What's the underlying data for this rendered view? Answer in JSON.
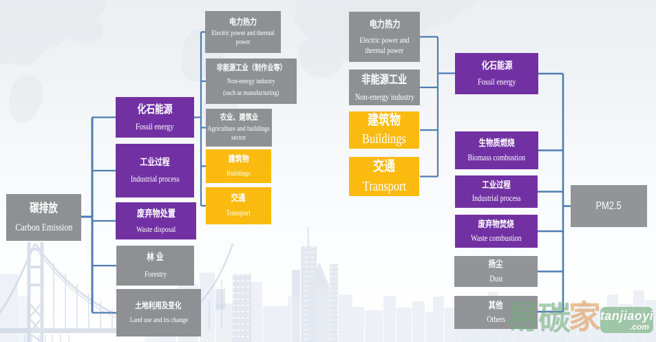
{
  "diagram_type": "flow-diagram",
  "title": "Carbon emission and PM2.5 sources diagram",
  "colors": {
    "purple_box": "#7231a3",
    "yellow_box": "#fbba10",
    "gray_box": "#8f9093",
    "connector_line": "#4e7cb2",
    "box_text": "#ffffff",
    "watermark_green": "#69a974",
    "watermark_orange": "#e2924e"
  },
  "nodes": {
    "carbon": {
      "zh": "碳排放",
      "en": "Carbon Emission"
    },
    "l1_fossil": {
      "zh": "化石能源",
      "en": "Fossil energy"
    },
    "l1_industrial": {
      "zh": "工业过程",
      "en": "Industrial process"
    },
    "l1_waste": {
      "zh": "废弃物处置",
      "en": "Waste disposal"
    },
    "l1_forestry": {
      "zh": "林 业",
      "en": "Forestry"
    },
    "l1_land": {
      "zh": "土地利用及变化",
      "en": "Land use and its change"
    },
    "l2_power": {
      "zh": "电力热力",
      "en": "Electric power and thermal",
      "en2": "power"
    },
    "l2_nonenergy": {
      "zh": "非能源工业（制作业等）",
      "en": "Non-energy industry",
      "en2": "(such as manufacturing)"
    },
    "l2_agri": {
      "zh": "农业、建筑业",
      "en": "Agriculture and buildings",
      "en2": "sector"
    },
    "l2_buildings": {
      "zh": "建筑物",
      "en": "Buildings"
    },
    "l2_transport": {
      "zh": "交通",
      "en": "Transport"
    },
    "r2_power": {
      "zh": "电力热力",
      "en": "Electric power and",
      "en2": "thermal power"
    },
    "r2_nonenergy": {
      "zh": "非能源工业",
      "en": "Non-energy industry"
    },
    "r2_buildings": {
      "zh": "建筑物",
      "en": "Buildings"
    },
    "r2_transport": {
      "zh": "交通",
      "en": "Transport"
    },
    "r1_fossil": {
      "zh": "化石能源",
      "en": "Fossil energy"
    },
    "r1_biomass": {
      "zh": "生物质燃烧",
      "en": "Biomass combustion"
    },
    "r1_industrial": {
      "zh": "工业过程",
      "en": "Industrial process"
    },
    "r1_waste": {
      "zh": "废弃物焚烧",
      "en": "Waste combustion"
    },
    "r1_dust": {
      "zh": "扬尘",
      "en": "Dust"
    },
    "r1_other": {
      "zh": "其他",
      "en": "Others"
    },
    "pm25": {
      "label": "PM2.5"
    }
  },
  "edges": {
    "left_root": "carbon",
    "left_level1": [
      "l1_fossil",
      "l1_industrial",
      "l1_waste",
      "l1_forestry",
      "l1_land"
    ],
    "left_level2_parent": "l1_fossil",
    "left_level2": [
      "l2_power",
      "l2_nonenergy",
      "l2_agri",
      "l2_buildings",
      "l2_transport"
    ],
    "right_sources": [
      "r2_power",
      "r2_nonenergy",
      "r2_buildings",
      "r2_transport"
    ],
    "right_sources_target": "r1_fossil",
    "right_level1": [
      "r1_fossil",
      "r1_biomass",
      "r1_industrial",
      "r1_waste",
      "r1_dust",
      "r1_other"
    ],
    "right_root": "pm25"
  },
  "watermark": {
    "char1": "易",
    "char2": "碳",
    "char3": "家",
    "site": "tanjiaoyi",
    "tld": ".com"
  }
}
